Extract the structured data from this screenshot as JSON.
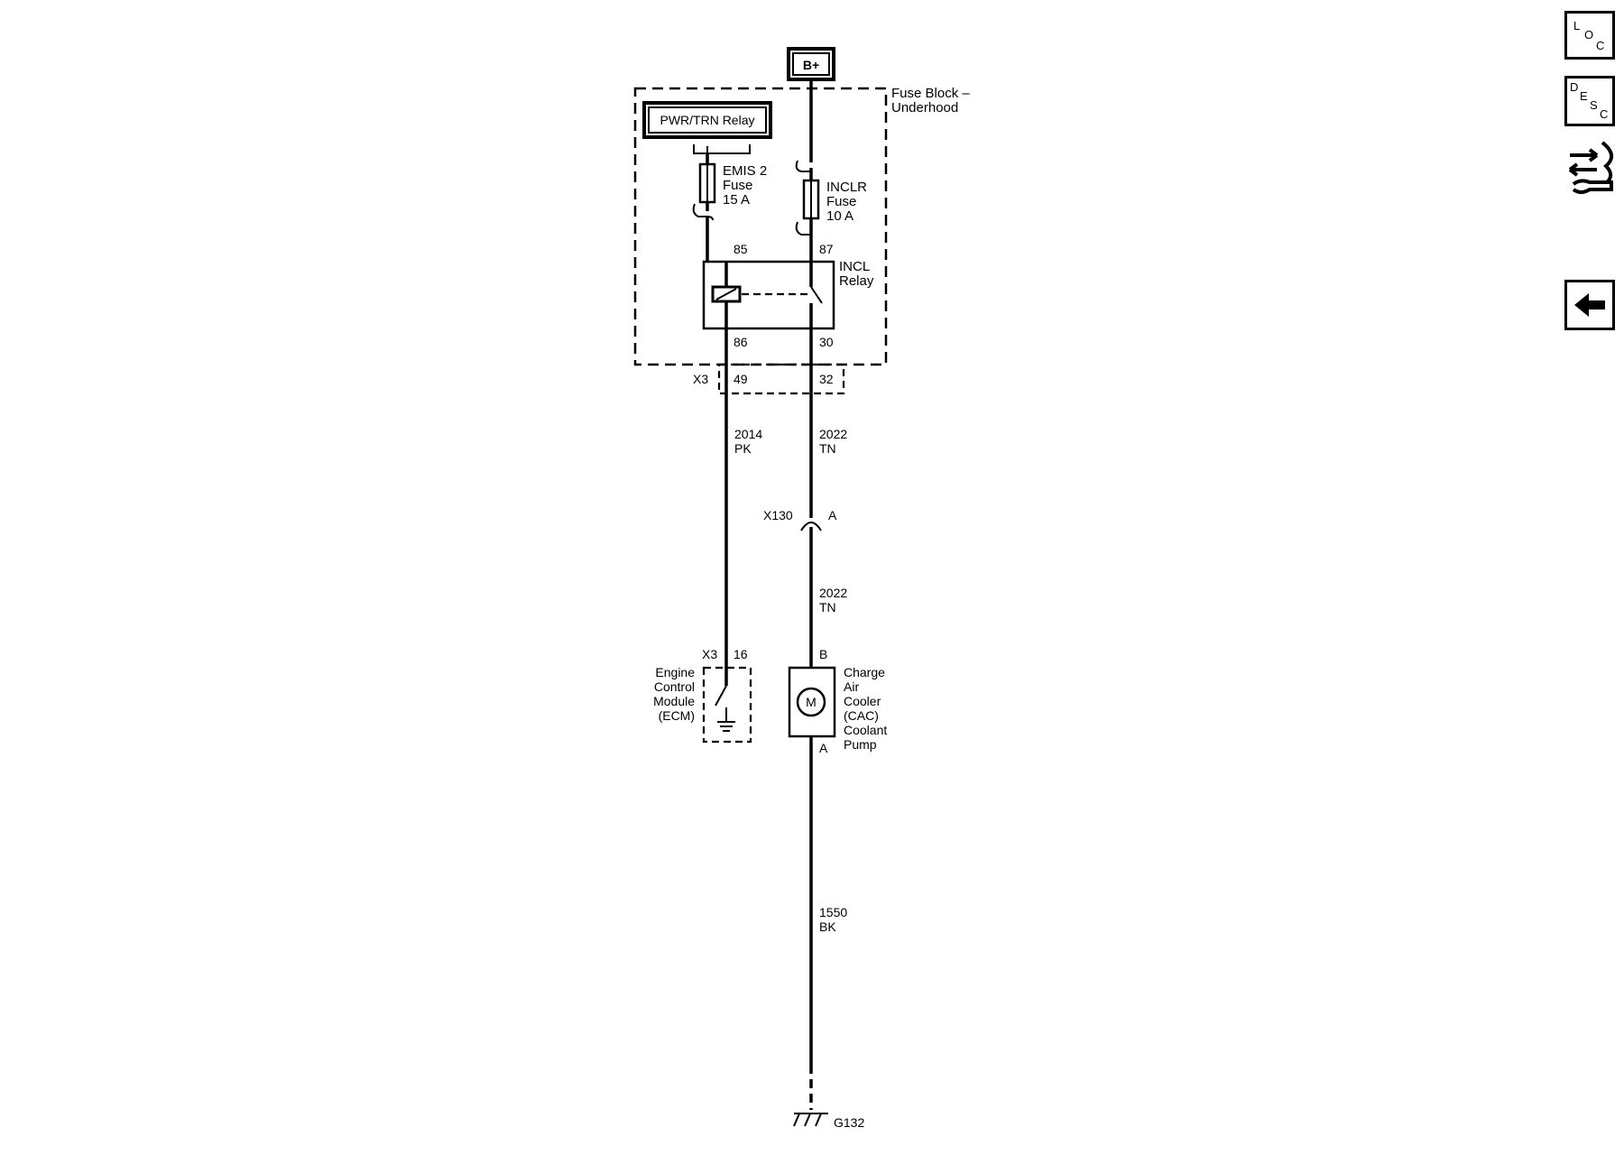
{
  "supply": {
    "label": "B+"
  },
  "fuse_block": {
    "line1": "Fuse Block –",
    "line2": "Underhood"
  },
  "pwr_relay": {
    "label": "PWR/TRN Relay"
  },
  "emis_fuse": {
    "name": "EMIS 2",
    "type": "Fuse",
    "rating": "15 A"
  },
  "inclr_fuse": {
    "name": "INCLR",
    "type": "Fuse",
    "rating": "10 A"
  },
  "incl_relay": {
    "line1": "INCL",
    "line2": "Relay",
    "pin85": "85",
    "pin87": "87",
    "pin86": "86",
    "pin30": "30"
  },
  "connector_x3_top": {
    "name": "X3",
    "pin_left": "49",
    "pin_right": "32"
  },
  "wire_left": {
    "circuit": "2014",
    "color": "PK"
  },
  "wire_right_upper": {
    "circuit": "2022",
    "color": "TN"
  },
  "x130": {
    "name": "X130",
    "pin": "A"
  },
  "wire_right_lower": {
    "circuit": "2022",
    "color": "TN"
  },
  "ecm": {
    "connector": "X3",
    "pin": "16",
    "line1": "Engine",
    "line2": "Control",
    "line3": "Module",
    "line4": "(ECM)"
  },
  "pump": {
    "pin_top": "B",
    "pin_bottom": "A",
    "symbol": "M",
    "line1": "Charge",
    "line2": "Air",
    "line3": "Cooler",
    "line4": "(CAC)",
    "line5": "Coolant",
    "line6": "Pump"
  },
  "ground_wire": {
    "circuit": "1550",
    "color": "BK"
  },
  "ground": {
    "label": "G132"
  },
  "nav": {
    "loc": {
      "l1": "L",
      "l2": "O",
      "l3": "C"
    },
    "desc": {
      "l1": "D",
      "l2": "E",
      "l3": "S",
      "l4": "C"
    }
  }
}
